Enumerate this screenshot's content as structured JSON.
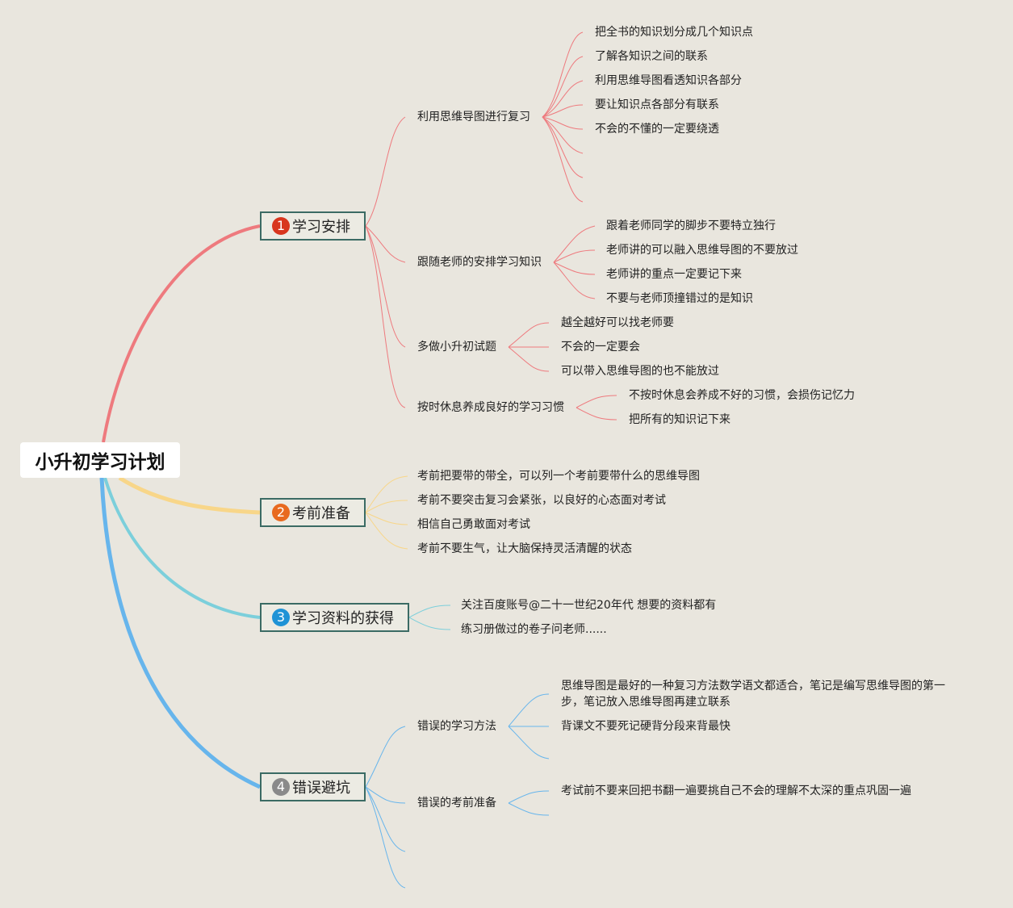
{
  "root": {
    "title": "小升初学习计划"
  },
  "colors": {
    "b1": "#ee7a7e",
    "b2": "#f8d689",
    "b3": "#7ccfdb",
    "b4": "#67b5ec"
  },
  "branches": [
    {
      "number": "1",
      "badge_color": "#d8361e",
      "label": "学习安排",
      "subs": [
        {
          "label": "利用思维导图进行复习",
          "leaves": [
            "把全书的知识划分成几个知识点",
            "了解各知识之间的联系",
            "利用思维导图看透知识各部分",
            "要让知识点各部分有联系",
            "不会的不懂的一定要绕透"
          ]
        },
        {
          "label": "跟随老师的安排学习知识",
          "leaves": [
            "跟着老师同学的脚步不要特立独行",
            "老师讲的可以融入思维导图的不要放过",
            "老师讲的重点一定要记下来",
            "不要与老师顶撞错过的是知识"
          ]
        },
        {
          "label": "多做小升初试题",
          "leaves": [
            "越全越好可以找老师要",
            "不会的一定要会",
            "可以带入思维导图的也不能放过"
          ]
        },
        {
          "label": "按时休息养成良好的学习习惯",
          "leaves": [
            "不按时休息会养成不好的习惯，会损伤记忆力",
            "把所有的知识记下来"
          ]
        }
      ]
    },
    {
      "number": "2",
      "badge_color": "#e86a1f",
      "label": "考前准备",
      "leaves": [
        "考前把要带的带全，可以列一个考前要带什么的思维导图",
        "考前不要突击复习会紧张，以良好的心态面对考试",
        "相信自己勇敢面对考试",
        "考前不要生气，让大脑保持灵活清醒的状态"
      ]
    },
    {
      "number": "3",
      "badge_color": "#1f93d6",
      "label": "学习资料的获得",
      "leaves": [
        "关注百度账号@二十一世纪20年代 想要的资料都有",
        "练习册做过的卷子问老师......"
      ]
    },
    {
      "number": "4",
      "badge_color": "#8a8a8a",
      "label": "错误避坑",
      "subs": [
        {
          "label": "错误的学习方法",
          "leaves": [
            "思维导图是最好的一种复习方法数学语文都适合，笔记是编写思维导图的第一步，笔记放入思维导图再建立联系",
            "背课文不要死记硬背分段来背最快"
          ]
        },
        {
          "label": "错误的考前准备",
          "leaves": [
            "考试前不要来回把书翻一遍要挑自己不会的理解不太深的重点巩固一遍"
          ]
        }
      ]
    }
  ]
}
